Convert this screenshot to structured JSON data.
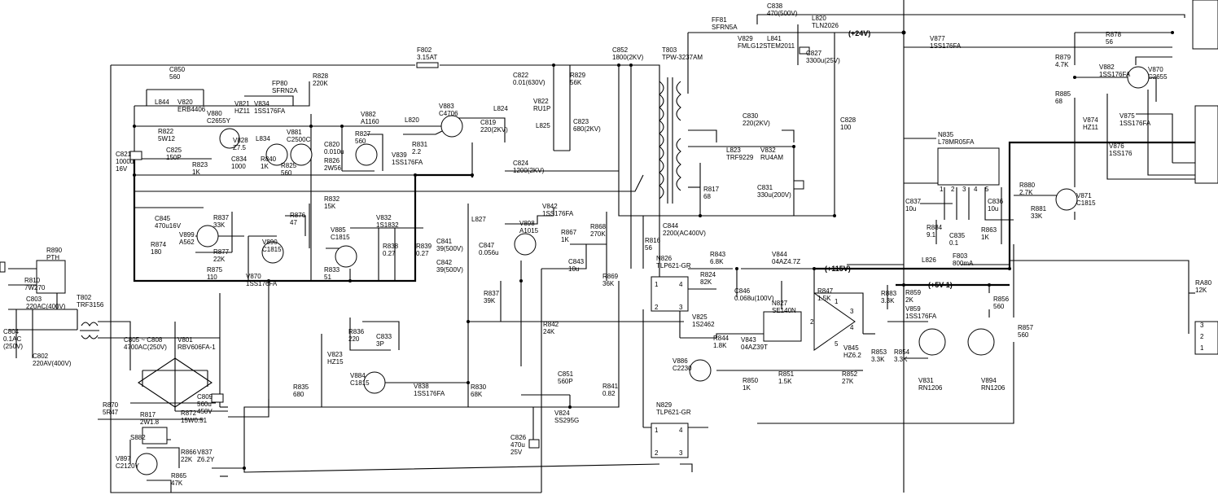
{
  "components": [
    {
      "id": "fuse",
      "ref": "F802",
      "value": "3.15AT"
    },
    {
      "id": "t803",
      "ref": "T803",
      "value": "TPW-3237AM"
    },
    {
      "id": "t802",
      "ref": "T802",
      "value": "TRF3156"
    },
    {
      "id": "r890",
      "ref": "R890",
      "value": "PTH"
    },
    {
      "id": "r810",
      "ref": "R810",
      "value": "7W270"
    },
    {
      "id": "c803",
      "ref": "C803",
      "value": "220AC(400V)"
    },
    {
      "id": "c804",
      "ref": "C804",
      "value": "0.1AC\n(250V)"
    },
    {
      "id": "c802",
      "ref": "C802",
      "value": "220AV(400V)"
    },
    {
      "id": "c805",
      "ref": "C805 ~ C808",
      "value": "4700AC(250V)"
    },
    {
      "id": "v801",
      "ref": "V801",
      "value": "RBV606FA-1"
    },
    {
      "id": "c809",
      "ref": "C809",
      "value": "560u\n450V"
    },
    {
      "id": "r870",
      "ref": "R870",
      "value": "5R47"
    },
    {
      "id": "r817a",
      "ref": "R817",
      "value": "2W1.8"
    },
    {
      "id": "r872",
      "ref": "R872",
      "value": "15W0.51"
    },
    {
      "id": "s882",
      "ref": "S882",
      "value": ""
    },
    {
      "id": "v897",
      "ref": "V897",
      "value": "C2120Y"
    },
    {
      "id": "r866",
      "ref": "R866",
      "value": "22K"
    },
    {
      "id": "v837",
      "ref": "V837",
      "value": "Z6.2Y"
    },
    {
      "id": "r865",
      "ref": "R865",
      "value": "47K"
    },
    {
      "id": "c850",
      "ref": "C850",
      "value": "560"
    },
    {
      "id": "l844",
      "ref": "L844",
      "value": ""
    },
    {
      "id": "v820",
      "ref": "V820",
      "value": "ERB4406"
    },
    {
      "id": "v880",
      "ref": "V880",
      "value": "C2655Y"
    },
    {
      "id": "v821",
      "ref": "V821",
      "value": "HZ11"
    },
    {
      "id": "v834",
      "ref": "V834",
      "value": "1SS176FA"
    },
    {
      "id": "fp80",
      "ref": "FP80",
      "value": "SFRN2A"
    },
    {
      "id": "r828",
      "ref": "R828",
      "value": "220K"
    },
    {
      "id": "r822",
      "ref": "R822",
      "value": "5W12"
    },
    {
      "id": "v828",
      "ref": "V828",
      "value": "Z7.5"
    },
    {
      "id": "l834",
      "ref": "L834",
      "value": ""
    },
    {
      "id": "c825",
      "ref": "C825",
      "value": "150P"
    },
    {
      "id": "c821",
      "ref": "C821",
      "value": "1000u\n16V"
    },
    {
      "id": "r823",
      "ref": "R823",
      "value": "1K"
    },
    {
      "id": "c834",
      "ref": "C834",
      "value": "1000"
    },
    {
      "id": "r840",
      "ref": "R840",
      "value": "1K"
    },
    {
      "id": "r825",
      "ref": "R825",
      "value": "560"
    },
    {
      "id": "v881",
      "ref": "V881",
      "value": "C2500C"
    },
    {
      "id": "c820",
      "ref": "C820",
      "value": "0.010u"
    },
    {
      "id": "r826",
      "ref": "R826",
      "value": "2W56"
    },
    {
      "id": "v882a",
      "ref": "V882",
      "value": "A1160"
    },
    {
      "id": "r827",
      "ref": "R827",
      "value": "560"
    },
    {
      "id": "l820a",
      "ref": "L820",
      "value": ""
    },
    {
      "id": "r831",
      "ref": "R831",
      "value": "2.2"
    },
    {
      "id": "v839",
      "ref": "V839",
      "value": "1SS176FA"
    },
    {
      "id": "v883",
      "ref": "V883",
      "value": "C4706"
    },
    {
      "id": "c819",
      "ref": "C819",
      "value": "220(2KV)"
    },
    {
      "id": "l824",
      "ref": "L824",
      "value": ""
    },
    {
      "id": "c824",
      "ref": "C824",
      "value": "1200(2KV)"
    },
    {
      "id": "c822",
      "ref": "C822",
      "value": "0.01(630V)"
    },
    {
      "id": "v822",
      "ref": "V822",
      "value": "RU1P"
    },
    {
      "id": "l825",
      "ref": "L825",
      "value": ""
    },
    {
      "id": "r829",
      "ref": "R829",
      "value": "56K"
    },
    {
      "id": "c823",
      "ref": "C823",
      "value": "680(2KV)"
    },
    {
      "id": "c852",
      "ref": "C852",
      "value": "1800(2KV)"
    },
    {
      "id": "c845",
      "ref": "C845",
      "value": "470u16V"
    },
    {
      "id": "v899",
      "ref": "V899",
      "value": "A562"
    },
    {
      "id": "r837a",
      "ref": "R837",
      "value": "33K"
    },
    {
      "id": "r874",
      "ref": "R874",
      "value": "180"
    },
    {
      "id": "r877",
      "ref": "R877",
      "value": "22K"
    },
    {
      "id": "r875",
      "ref": "R875",
      "value": "110"
    },
    {
      "id": "r876",
      "ref": "R876",
      "value": "47"
    },
    {
      "id": "v890",
      "ref": "V890",
      "value": "C1815"
    },
    {
      "id": "v870a",
      "ref": "V870",
      "value": "1SS176FA"
    },
    {
      "id": "r832",
      "ref": "R832",
      "value": "15K"
    },
    {
      "id": "r833",
      "ref": "R833",
      "value": "51"
    },
    {
      "id": "v885",
      "ref": "V885",
      "value": "C1815"
    },
    {
      "id": "v832a",
      "ref": "V832",
      "value": "1S1832"
    },
    {
      "id": "r838",
      "ref": "R838",
      "value": "0.27"
    },
    {
      "id": "r839",
      "ref": "R839",
      "value": "0.27"
    },
    {
      "id": "l827",
      "ref": "L827",
      "value": ""
    },
    {
      "id": "c841",
      "ref": "C841",
      "value": "39(500V)"
    },
    {
      "id": "c842",
      "ref": "C842",
      "value": "39(500V)"
    },
    {
      "id": "v842",
      "ref": "V842",
      "value": "1SS176FA"
    },
    {
      "id": "v898",
      "ref": "V898",
      "value": "A1015"
    },
    {
      "id": "c847",
      "ref": "C847",
      "value": "0.056u"
    },
    {
      "id": "r867",
      "ref": "R867",
      "value": "1K"
    },
    {
      "id": "r868",
      "ref": "R868",
      "value": "270K"
    },
    {
      "id": "c843",
      "ref": "C843",
      "value": "10u"
    },
    {
      "id": "r869",
      "ref": "R869",
      "value": "36K"
    },
    {
      "id": "r837b",
      "ref": "R837",
      "value": "39K"
    },
    {
      "id": "r842",
      "ref": "R842",
      "value": "24K"
    },
    {
      "id": "v823",
      "ref": "V823",
      "value": "HZ15"
    },
    {
      "id": "r836",
      "ref": "R836",
      "value": "220"
    },
    {
      "id": "c833",
      "ref": "C833",
      "value": "3P"
    },
    {
      "id": "v884",
      "ref": "V884",
      "value": "C1815"
    },
    {
      "id": "v838",
      "ref": "V838",
      "value": "1SS176FA"
    },
    {
      "id": "r830",
      "ref": "R830",
      "value": "68K"
    },
    {
      "id": "r835",
      "ref": "R835",
      "value": "680"
    },
    {
      "id": "c851",
      "ref": "C851",
      "value": "560P"
    },
    {
      "id": "v824",
      "ref": "V824",
      "value": "SS295G"
    },
    {
      "id": "r841",
      "ref": "R841",
      "value": "0.82"
    },
    {
      "id": "c826",
      "ref": "C826",
      "value": "470u\n25V"
    },
    {
      "id": "r816",
      "ref": "R816",
      "value": "56"
    },
    {
      "id": "n826",
      "ref": "N826",
      "value": "TLP621-GR"
    },
    {
      "id": "n829",
      "ref": "N829",
      "value": "TLP621-GR"
    },
    {
      "id": "ff81",
      "ref": "FF81",
      "value": "SFRN5A"
    },
    {
      "id": "c838",
      "ref": "C838",
      "value": "470(500V)"
    },
    {
      "id": "v829",
      "ref": "V829",
      "value": "FMLG12S"
    },
    {
      "id": "l841",
      "ref": "L841",
      "value": "TEM2011"
    },
    {
      "id": "l820b",
      "ref": "L820",
      "value": "TLN2026"
    },
    {
      "id": "c827",
      "ref": "C827",
      "value": "3300u(25V)"
    },
    {
      "id": "c828",
      "ref": "C828",
      "value": "100"
    },
    {
      "id": "c830",
      "ref": "C830",
      "value": "220(2KV)"
    },
    {
      "id": "l823",
      "ref": "L823",
      "value": "TRF9229"
    },
    {
      "id": "v832b",
      "ref": "V832",
      "value": "RU4AM"
    },
    {
      "id": "c831",
      "ref": "C831",
      "value": "330u(200V)"
    },
    {
      "id": "r817b",
      "ref": "R817",
      "value": "68"
    },
    {
      "id": "c844",
      "ref": "C844",
      "value": "2200(AC400V)"
    },
    {
      "id": "r843",
      "ref": "R843",
      "value": "6.8K"
    },
    {
      "id": "r824",
      "ref": "R824",
      "value": "82K"
    },
    {
      "id": "c846",
      "ref": "C846",
      "value": "0.068u(100V)"
    },
    {
      "id": "v844",
      "ref": "V844",
      "value": "04AZ4.7Z"
    },
    {
      "id": "r847",
      "ref": "R847",
      "value": "1.5K"
    },
    {
      "id": "n827",
      "ref": "N827",
      "value": "SE140N"
    },
    {
      "id": "v825",
      "ref": "V825",
      "value": "1S2462"
    },
    {
      "id": "r844",
      "ref": "R844",
      "value": "1.8K"
    },
    {
      "id": "v843",
      "ref": "V843",
      "value": "04AZ39T"
    },
    {
      "id": "v845",
      "ref": "V845",
      "value": "HZ6.2"
    },
    {
      "id": "v886",
      "ref": "V886",
      "value": "C2230"
    },
    {
      "id": "r850",
      "ref": "R850",
      "value": "1K"
    },
    {
      "id": "r851",
      "ref": "R851",
      "value": "1.5K"
    },
    {
      "id": "r852",
      "ref": "R852",
      "value": "27K"
    },
    {
      "id": "v877",
      "ref": "V877",
      "value": "1SS176FA"
    },
    {
      "id": "r878",
      "ref": "R878",
      "value": "56"
    },
    {
      "id": "r879",
      "ref": "R879",
      "value": "4.7K"
    },
    {
      "id": "v882b",
      "ref": "V882",
      "value": "1SS176FA"
    },
    {
      "id": "v870b",
      "ref": "V870",
      "value": "C2655"
    },
    {
      "id": "r885",
      "ref": "R885",
      "value": "68"
    },
    {
      "id": "v874",
      "ref": "V874",
      "value": "HZ11"
    },
    {
      "id": "v875",
      "ref": "V875",
      "value": "1SS176FA"
    },
    {
      "id": "v876",
      "ref": "V876",
      "value": "1SS176"
    },
    {
      "id": "n835",
      "ref": "N835",
      "value": "L78MR05FA"
    },
    {
      "id": "c837",
      "ref": "C837",
      "value": "10u"
    },
    {
      "id": "r884",
      "ref": "R884",
      "value": "9.1"
    },
    {
      "id": "c835",
      "ref": "C835",
      "value": "0.1"
    },
    {
      "id": "c836",
      "ref": "C836",
      "value": "10u"
    },
    {
      "id": "r863",
      "ref": "R863",
      "value": "1K"
    },
    {
      "id": "r880",
      "ref": "R880",
      "value": "2.7K"
    },
    {
      "id": "r881",
      "ref": "R881",
      "value": "33K"
    },
    {
      "id": "v871",
      "ref": "V871",
      "value": "C1815"
    },
    {
      "id": "l826",
      "ref": "L826",
      "value": ""
    },
    {
      "id": "f803",
      "ref": "F803",
      "value": "800mA"
    },
    {
      "id": "r859",
      "ref": "R859",
      "value": "2K"
    },
    {
      "id": "v859",
      "ref": "V859",
      "value": "1SS176FA"
    },
    {
      "id": "r883",
      "ref": "R883",
      "value": "3.3K"
    },
    {
      "id": "r853",
      "ref": "R853",
      "value": "3.3K"
    },
    {
      "id": "r854",
      "ref": "R854",
      "value": "3.3K"
    },
    {
      "id": "v831",
      "ref": "V831",
      "value": "RN1206"
    },
    {
      "id": "v894",
      "ref": "V894",
      "value": "RN1206"
    },
    {
      "id": "r856",
      "ref": "R856",
      "value": "560"
    },
    {
      "id": "r857",
      "ref": "R857",
      "value": "560"
    },
    {
      "id": "ra80",
      "ref": "RA80",
      "value": "12K"
    }
  ],
  "rails": [
    {
      "id": "r24",
      "label": "(+24V)"
    },
    {
      "id": "r115",
      "label": "(+115V)"
    },
    {
      "id": "r5",
      "label": "(+5V-1)"
    }
  ],
  "pins": {
    "regulator": [
      "1",
      "2",
      "3",
      "4",
      "5"
    ],
    "opto": [
      "1",
      "2",
      "3",
      "4"
    ],
    "opamp": [
      "1",
      "2",
      "3",
      "4",
      "5"
    ],
    "connector": [
      "3",
      "2",
      "1"
    ]
  }
}
